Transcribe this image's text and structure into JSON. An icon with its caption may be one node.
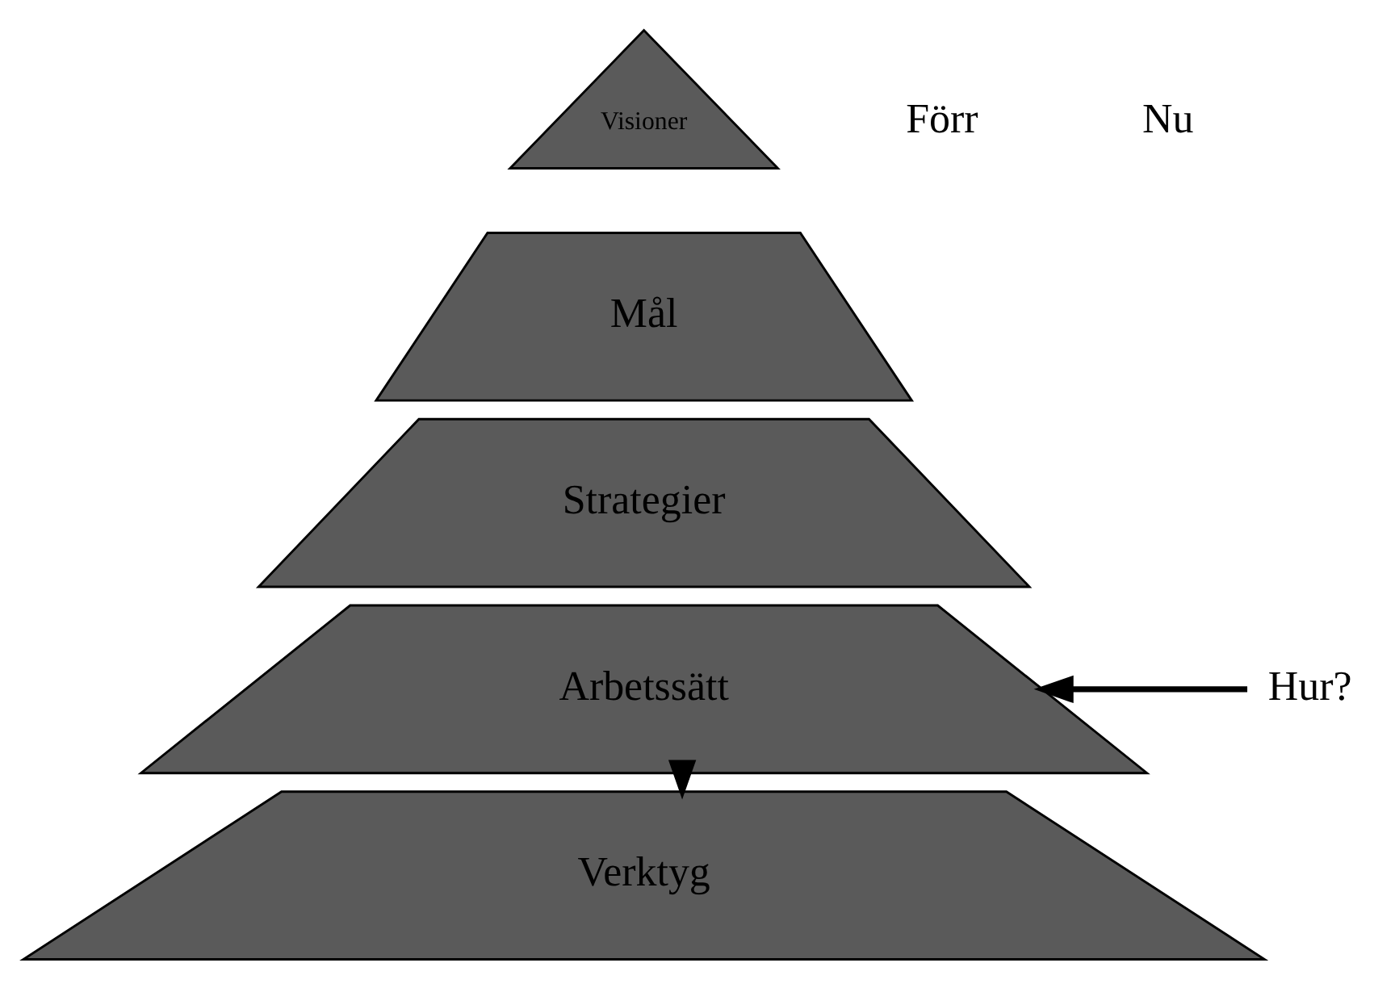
{
  "diagram": {
    "nodes": [
      {
        "text": [
          "Visioner"
        ]
      },
      {
        "text": [
          "Mål"
        ]
      },
      {
        "text": [
          "Strategier"
        ]
      },
      {
        "text": [
          "Arbetssätt"
        ]
      },
      {
        "text": [
          "Verktyg"
        ]
      },
      {
        "text": [
          "Hur?"
        ]
      }
    ],
    "edges": [
      {
        "from": 5,
        "to": 3,
        "arrow": "to"
      },
      {
        "from": 3,
        "to": 4,
        "arrow": "to"
      }
    ],
    "labels": [
      "Förr",
      "Nu"
    ]
  }
}
